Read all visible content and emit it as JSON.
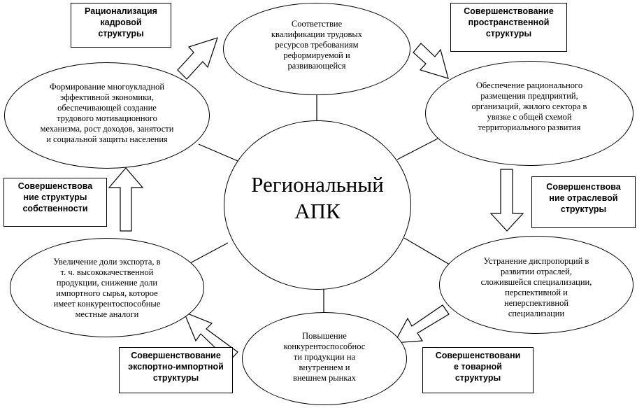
{
  "center": {
    "label": "Региональный\nАПК"
  },
  "ellipses": {
    "top": "Соответствие\nквалификации трудовых\nресурсов требованиям\nреформируемой и\nразвивающейся",
    "right_top": "Обеспечение рационального\nразмещения предприятий,\nорганизаций, жилого сектора в\nувязке с общей схемой\nтерриториального развития",
    "right_bottom": "Устранение диспропорций в\nразвитии отраслей,\nсложившейся специализации,\nперспективной и\nнеперспективной\nспециализации",
    "bottom": "Повышение\nконкурентоспособнос\nти продукции на\nвнутреннем и\nвнешнем рынках",
    "left_bottom": "Увеличение доли экспорта, в\nт. ч. высококачественной\nпродукции, снижение доли\nимпортного сырья, которое\nимеет конкурентоспособные\nместные аналоги",
    "left_top": "Формирование многоукладной\nэффективной экономики,\nобеспечивающей создание\nтрудового мотивационного\nмеханизма, рост доходов, занятости\nи социальной защиты населения"
  },
  "boxes": {
    "personnel": "Рационализация\nкадровой\nструктуры",
    "spatial": "Совершенствование\nпространственной\nструктуры",
    "sectoral": "Совершенствова\nние отраслевой\nструктуры",
    "commodity": "Совершенствовани\nе товарной\nструктуры",
    "export_import": "Совершенствование\nэкспортно-импортной\nструктуры",
    "ownership": "Совершенствова\nние структуры\nсобственности"
  }
}
